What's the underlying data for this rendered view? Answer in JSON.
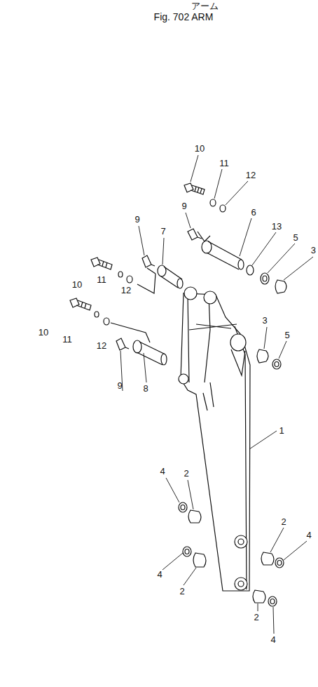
{
  "diagram": {
    "title": "Fig. 702 ARM",
    "labels": [
      "アーム",
      "10",
      "11",
      "12",
      "9",
      "6",
      "13",
      "5",
      "3",
      "9",
      "7",
      "10",
      "11",
      "12",
      "10",
      "11",
      "12",
      "3",
      "5",
      "9",
      "8",
      "1",
      "4",
      "2",
      "2",
      "4",
      "4",
      "2",
      "2",
      "4"
    ]
  }
}
